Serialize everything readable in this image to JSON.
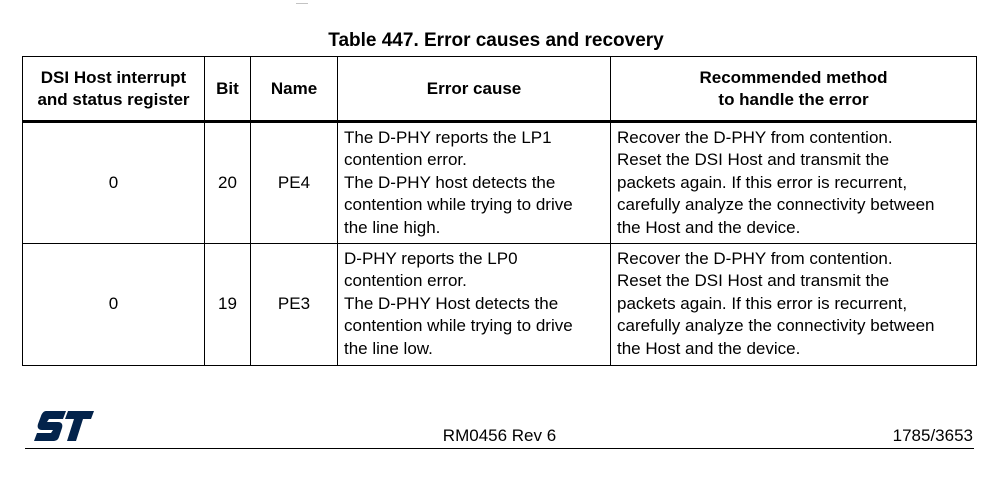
{
  "table": {
    "title": "Table 447. Error causes and recovery",
    "headers": [
      [
        "DSI Host interrupt",
        "and status register"
      ],
      [
        "Bit"
      ],
      [
        "Name"
      ],
      [
        "Error cause"
      ],
      [
        "Recommended method",
        "to handle the error"
      ]
    ],
    "rows": [
      {
        "register": "0",
        "bit": "20",
        "name": "PE4",
        "cause": [
          "The D-PHY reports the LP1",
          "contention error.",
          "The D-PHY host detects the",
          "contention while trying to drive",
          "the line high."
        ],
        "method": [
          "Recover the D-PHY from contention.",
          "Reset the DSI Host and transmit the",
          "packets again. If this error is recurrent,",
          "carefully analyze the connectivity between",
          "the Host and the device."
        ]
      },
      {
        "register": "0",
        "bit": "19",
        "name": "PE3",
        "cause": [
          "D-PHY reports the LP0",
          "contention error.",
          "The D-PHY Host detects the",
          "contention while trying to drive",
          "the line low."
        ],
        "method": [
          "Recover the D-PHY from contention.",
          "Reset the DSI Host and transmit the",
          "packets again. If this error is recurrent,",
          "carefully analyze the connectivity between",
          "the Host and the device."
        ]
      }
    ]
  },
  "footer": {
    "logo": "ST",
    "logo_color": "#03234b",
    "doc_ref": "RM0456 Rev 6",
    "page": "1785/3653"
  }
}
